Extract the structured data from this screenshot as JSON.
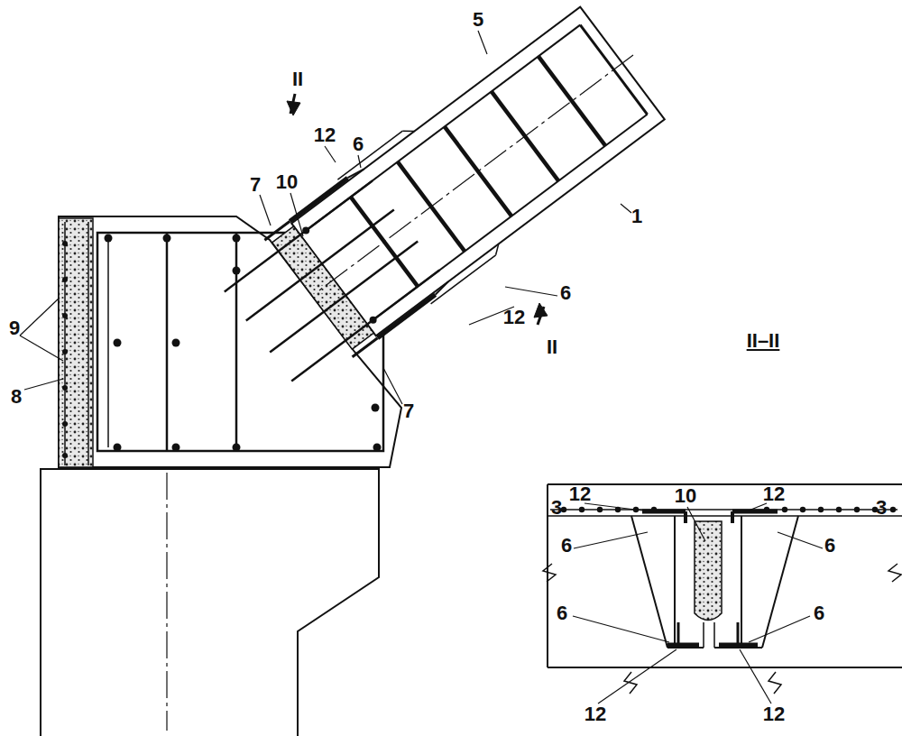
{
  "diagram": {
    "labels": [
      "II",
      "5",
      "12",
      "6",
      "7",
      "10",
      "1",
      "9",
      "8",
      "6",
      "12",
      "II",
      "7",
      "II–II",
      "3",
      "12",
      "10",
      "12",
      "3",
      "6",
      "6",
      "6",
      "6",
      "12",
      "12"
    ]
  }
}
